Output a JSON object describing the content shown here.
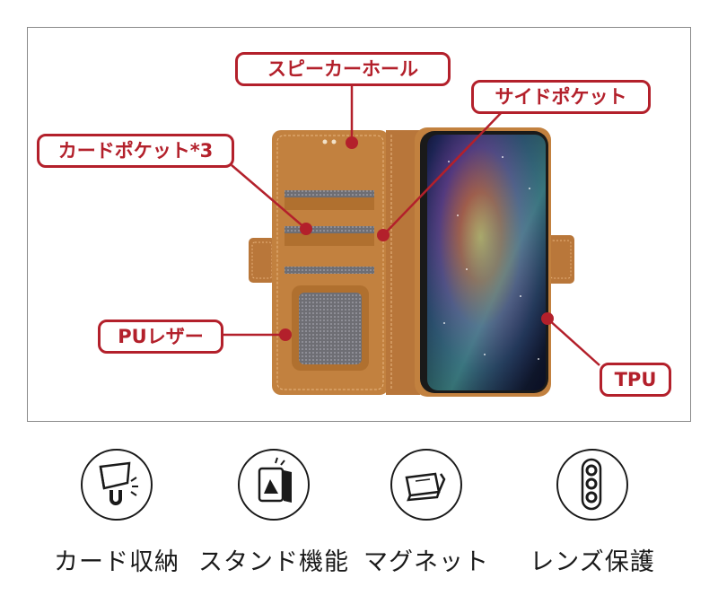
{
  "callouts": {
    "speaker_hole": "スピーカーホール",
    "side_pocket": "サイドポケット",
    "card_pocket": "カードポケット*3",
    "pu_leather": "PUレザー",
    "tpu": "TPU"
  },
  "features": [
    {
      "label": "カード収納",
      "icon": "card-storage-magnet-icon"
    },
    {
      "label": "スタンド機能",
      "icon": "stand-icon"
    },
    {
      "label": "マグネット",
      "icon": "magnet-flip-icon"
    },
    {
      "label": "レンズ保護",
      "icon": "lens-protection-icon"
    }
  ],
  "colors": {
    "callout_red": "#b3202b",
    "leather_brown": "#c2813f",
    "icon_black": "#1a1a1a"
  }
}
